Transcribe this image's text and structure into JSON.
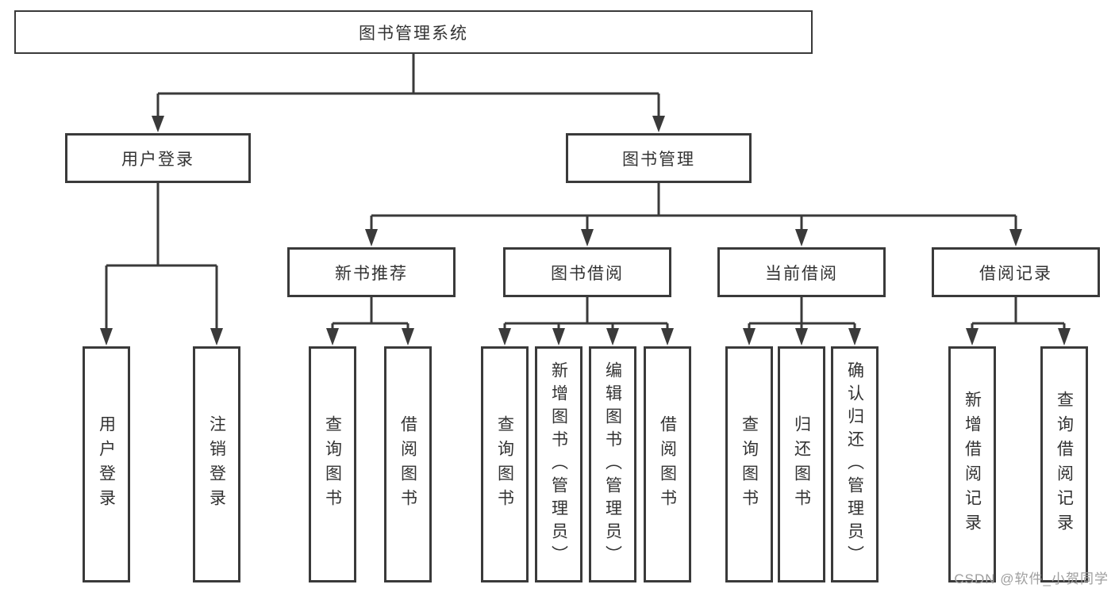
{
  "colors": {
    "line": "#3a3a3a",
    "text": "#333333",
    "background": "#ffffff",
    "watermark": "#9e9e9e"
  },
  "nodes": {
    "root": "图书管理系统",
    "level2": [
      "用户登录",
      "图书管理"
    ],
    "level3": [
      "新书推荐",
      "图书借阅",
      "当前借阅",
      "借阅记录"
    ],
    "login_children": [
      "用户登录",
      "注销登录"
    ],
    "recommend_children": [
      "查询图书",
      "借阅图书"
    ],
    "borrow_children": [
      "查询图书",
      "新增图书（管理员）",
      "编辑图书（管理员）",
      "借阅图书"
    ],
    "current_children": [
      "查询图书",
      "归还图书",
      "确认归还（管理员）"
    ],
    "records_children": [
      "新增借阅记录",
      "查询借阅记录"
    ]
  },
  "watermark": "CSDN @软件_小贺同学"
}
